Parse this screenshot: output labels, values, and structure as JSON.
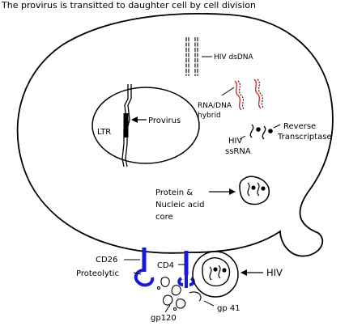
{
  "title": "The provirus is transitted to daughter cell by cell division",
  "labels": {
    "hiv_dsdna": "HIV dsDNA",
    "rna_dna_hybrid_line1": "RNA/DNA",
    "rna_dna_hybrid_line2": "hybrid",
    "provirus": "Provirus",
    "ltr": "LTR",
    "hiv_ssrna_line1": "HIV",
    "hiv_ssrna_line2": "ssRNA",
    "reverse_transcriptase_line1": "Reverse",
    "reverse_transcriptase_line2": "Transcriptase",
    "core_line1": "Protein &",
    "core_line2": "Nucleic acid",
    "core_line3": "core",
    "cd26": "CD26",
    "proteolytic": "Proteolytic",
    "cd4": "CD4",
    "hiv": "HIV",
    "gp120": "gp120",
    "gp41": "gp 41"
  },
  "colors": {
    "outline": "#000000",
    "receptor": "#1a1ad6",
    "rna_strand": "#e03030"
  }
}
